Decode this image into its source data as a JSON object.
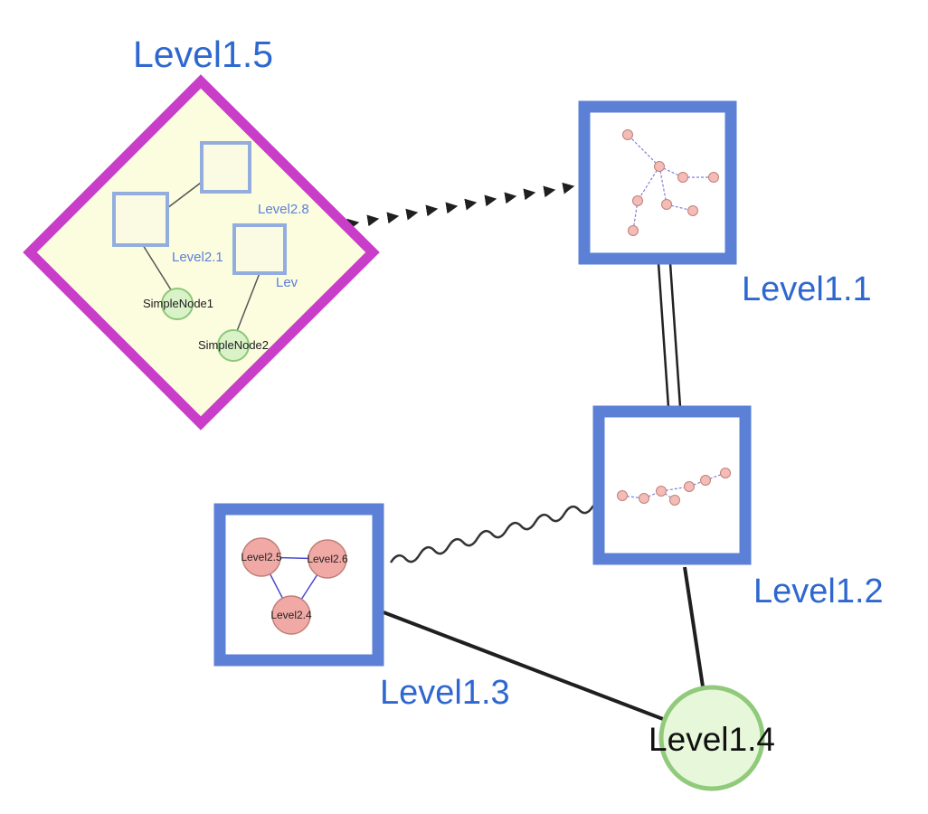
{
  "graph": {
    "top_labels": {
      "level15": "Level1.5",
      "level11": "Level1.1",
      "level12": "Level1.2",
      "level13": "Level1.3",
      "level14": "Level1.4"
    },
    "diamond": {
      "square_labels": [
        "Level2.8",
        "Level2.1",
        "Lev"
      ],
      "node_labels": [
        "SimpleNode1",
        "SimpleNode2"
      ]
    },
    "box3_nodes": [
      "Level2.5",
      "Level2.6",
      "Level2.4"
    ],
    "colors": {
      "label_blue": "#2e68cf",
      "box_border_blue": "#5b80d6",
      "inner_square_border": "#93aede",
      "diamond_magenta": "#c93ec9",
      "diamond_fill": "#fcfcdf",
      "green_node_fill": "#daf2c8",
      "green_node_border": "#8cc878",
      "pink_node_fill": "#f0a9a5",
      "pink_node_border": "#c08078",
      "edge_dark": "#222222",
      "inner_edge_blue": "#8080d8"
    }
  }
}
